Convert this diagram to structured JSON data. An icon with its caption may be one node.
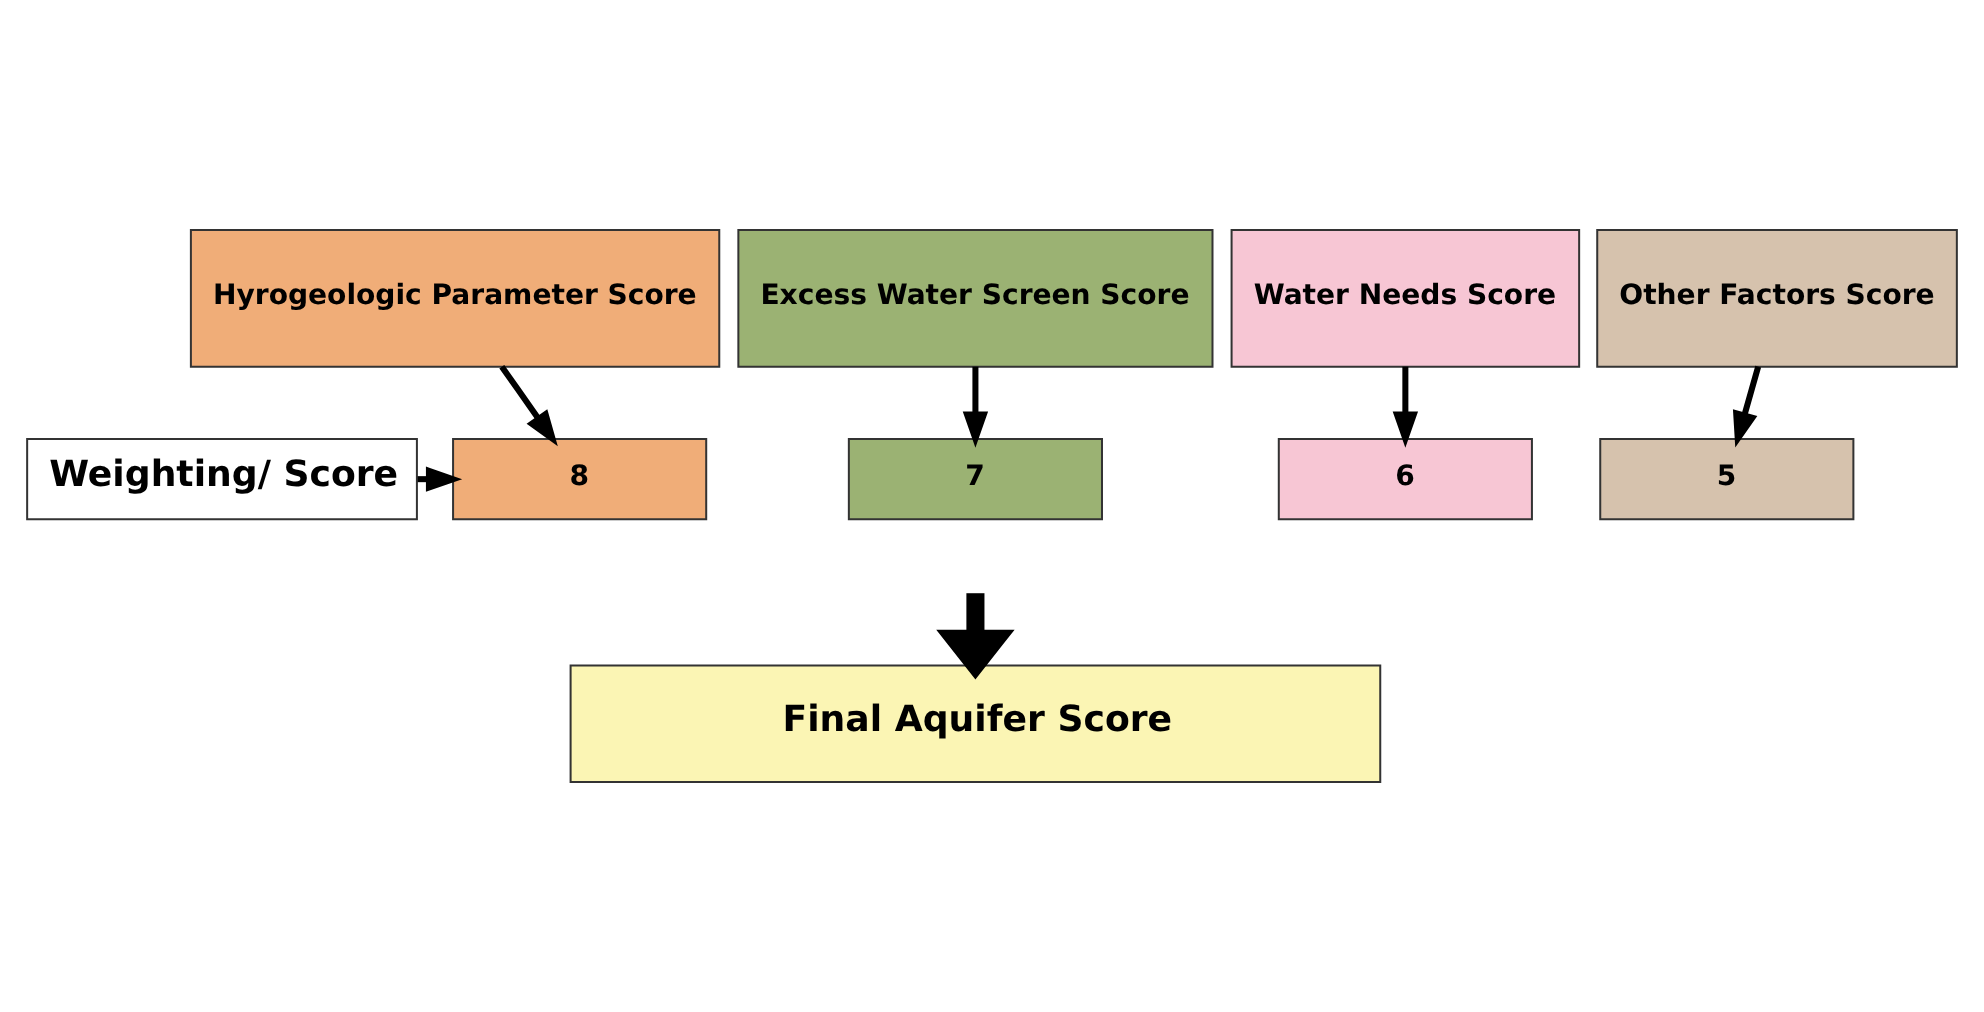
{
  "diagram": {
    "nodes": [
      {
        "text": [
          "Hyrogeologic Parameter Score"
        ]
      },
      {
        "text": [
          "Excess Water Screen Score"
        ]
      },
      {
        "text": [
          "Water Needs Score"
        ]
      },
      {
        "text": [
          "Other Factors Score"
        ]
      },
      {
        "text": [
          "Weighting/ Score"
        ]
      },
      {
        "text": [
          "8"
        ]
      },
      {
        "text": [
          "7"
        ]
      },
      {
        "text": [
          "6"
        ]
      },
      {
        "text": [
          "5"
        ]
      },
      {
        "text": [
          "Final Aquifer Score"
        ]
      }
    ],
    "edges": [
      {
        "from": 0,
        "to": 5,
        "arrow": "to"
      },
      {
        "from": 1,
        "to": 6,
        "arrow": "to"
      },
      {
        "from": 2,
        "to": 7,
        "arrow": "to"
      },
      {
        "from": 3,
        "to": 8,
        "arrow": "to"
      },
      {
        "from": 4,
        "to": 5,
        "arrow": "to"
      },
      {
        "from": null,
        "to": 9,
        "arrow": "to",
        "style": "thick"
      }
    ]
  }
}
